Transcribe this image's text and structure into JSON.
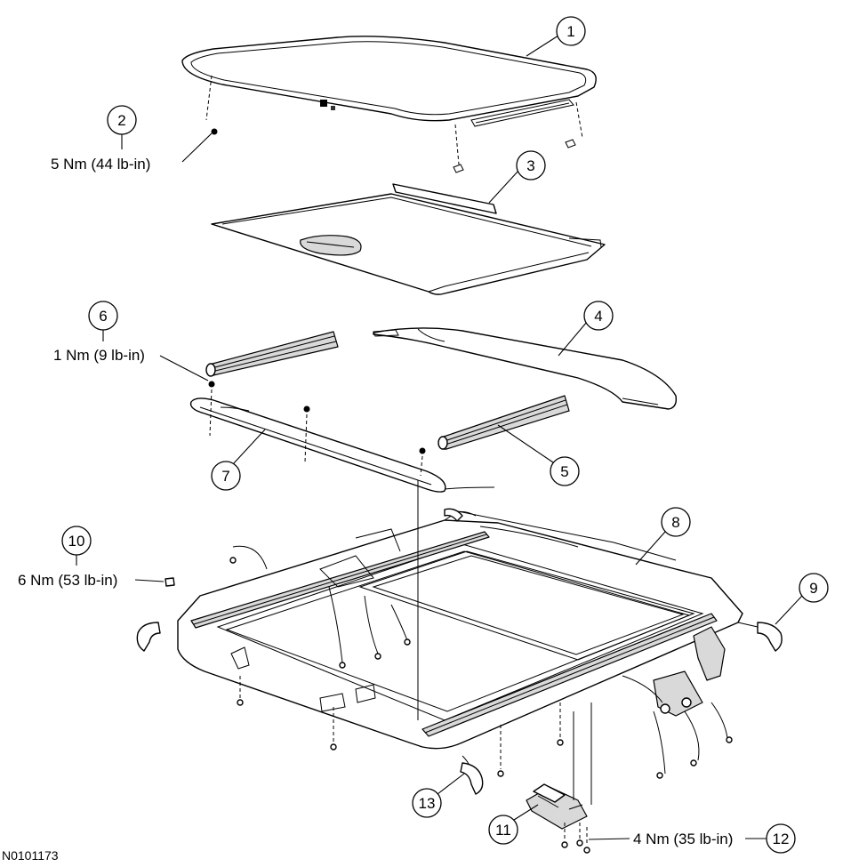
{
  "figure_id": "N0101173",
  "callouts": [
    {
      "num": "1"
    },
    {
      "num": "2",
      "torque": "5 Nm (44 lb-in)"
    },
    {
      "num": "3"
    },
    {
      "num": "4"
    },
    {
      "num": "5"
    },
    {
      "num": "6",
      "torque": "1 Nm (9 lb-in)"
    },
    {
      "num": "7"
    },
    {
      "num": "8"
    },
    {
      "num": "9"
    },
    {
      "num": "10",
      "torque": "6 Nm (53 lb-in)"
    },
    {
      "num": "11"
    },
    {
      "num": "12",
      "torque": "4 Nm (35 lb-in)"
    },
    {
      "num": "13"
    }
  ]
}
